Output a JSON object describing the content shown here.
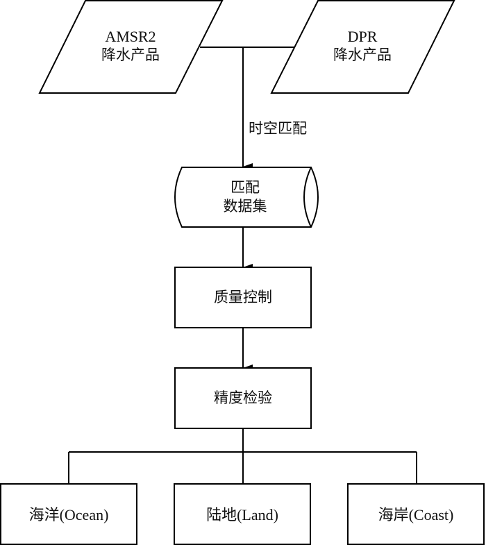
{
  "diagram": {
    "type": "flowchart",
    "nodes": {
      "amsr2": {
        "line1": "AMSR2",
        "line2": "降水产品",
        "shape": "parallelogram"
      },
      "dpr": {
        "line1": "DPR",
        "line2": "降水产品",
        "shape": "parallelogram"
      },
      "matched_dataset": {
        "line1": "匹配",
        "line2": "数据集",
        "shape": "stored-data"
      },
      "quality_control": {
        "label": "质量控制",
        "shape": "rectangle"
      },
      "accuracy_validation": {
        "label": "精度检验",
        "shape": "rectangle"
      },
      "ocean": {
        "label": "海洋(Ocean)",
        "shape": "rectangle"
      },
      "land": {
        "label": "陆地(Land)",
        "shape": "rectangle"
      },
      "coast": {
        "label": "海岸(Coast)",
        "shape": "rectangle"
      }
    },
    "edges": [
      {
        "from": [
          "amsr2",
          "dpr"
        ],
        "to": "matched_dataset",
        "label": "时空匹配"
      },
      {
        "from": "matched_dataset",
        "to": "quality_control",
        "label": ""
      },
      {
        "from": "quality_control",
        "to": "accuracy_validation",
        "label": ""
      },
      {
        "from": "accuracy_validation",
        "to": [
          "ocean",
          "land",
          "coast"
        ],
        "label": ""
      }
    ],
    "colors": {
      "stroke": "#000000",
      "fill": "#ffffff",
      "text": "#111111"
    }
  }
}
